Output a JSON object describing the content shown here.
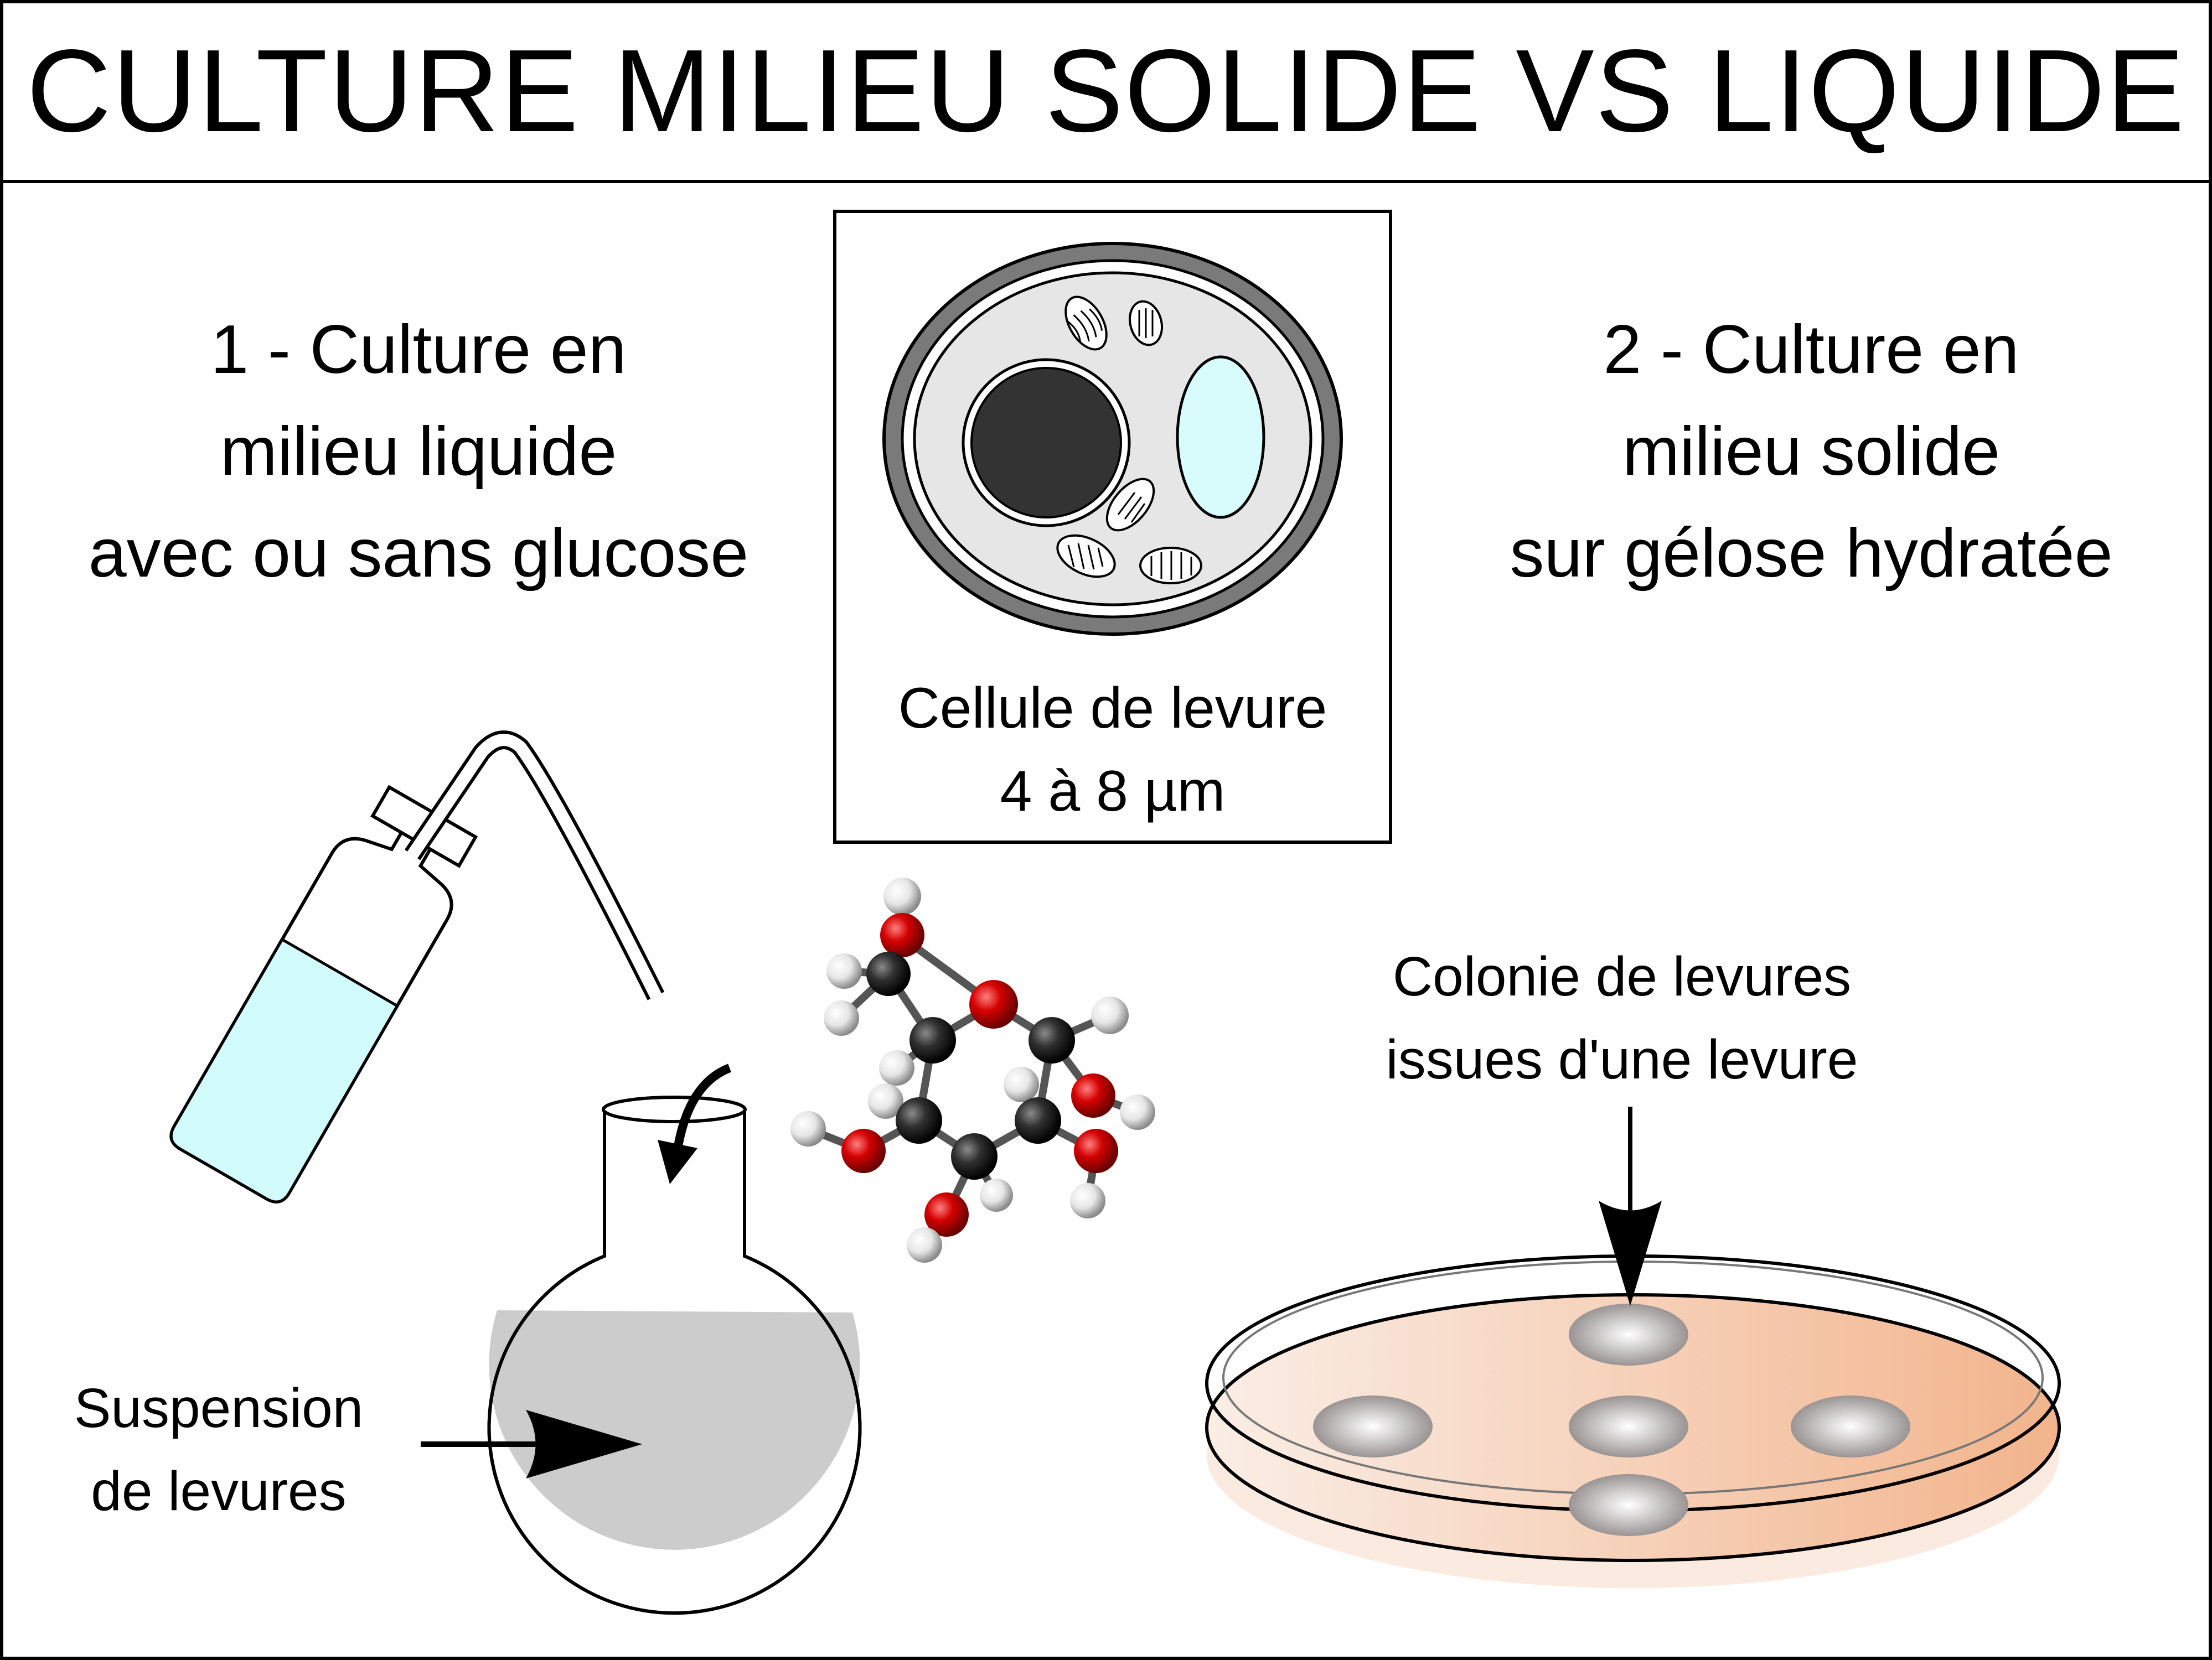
{
  "title": "CULTURE MILIEU SOLIDE VS LIQUIDE",
  "liquid_culture": {
    "lines": [
      "1 - Culture en",
      "milieu liquide",
      "avec ou sans glucose"
    ]
  },
  "solid_culture": {
    "lines": [
      "2 - Culture en",
      "milieu solide",
      "sur gélose hydratée"
    ]
  },
  "yeast_cell": {
    "caption_lines": [
      "Cellule de levure",
      "4 à 8 µm"
    ]
  },
  "petri_dish": {
    "label_lines": [
      "Colonie de levures",
      "issues d'une levure"
    ]
  },
  "flask": {
    "label_lines": [
      "Suspension",
      "de levures"
    ]
  },
  "colors": {
    "liquid_blue": "#d2fbfb",
    "suspension_gray": "#cccccc",
    "agar_peach": "#f4c3a4",
    "oxygen_red": "#d40000",
    "carbon_black": "#303030",
    "hydrogen_white": "#f0f0f0",
    "nucleus_dark": "#333333",
    "vacuole_cyan": "#d8fbfb"
  }
}
